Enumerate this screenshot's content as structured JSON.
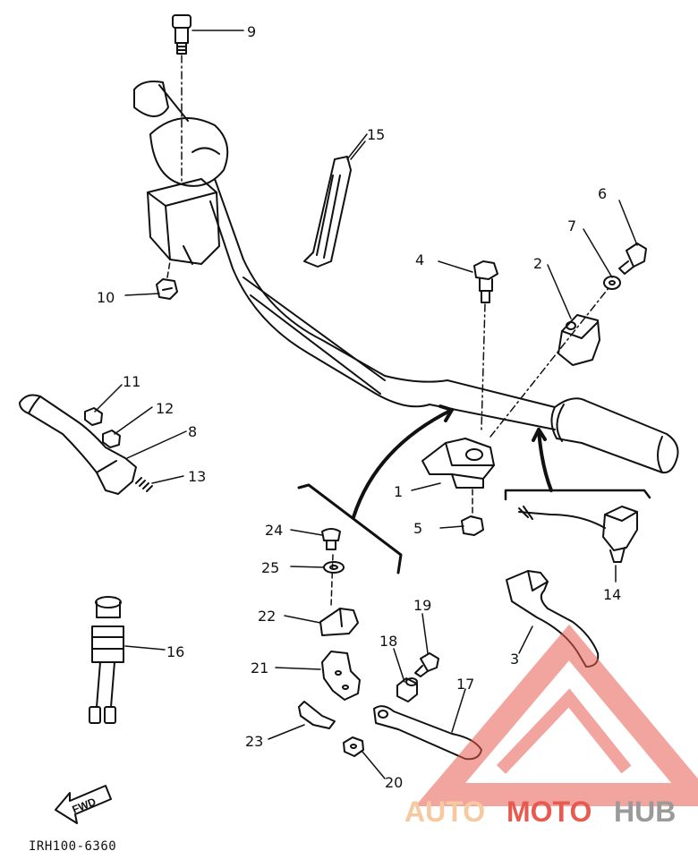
{
  "diagram": {
    "drawing_code": "IRH100-6360",
    "direction_label": "FWD",
    "parts": [
      {
        "id": "p1",
        "label": "1"
      },
      {
        "id": "p2",
        "label": "2"
      },
      {
        "id": "p3",
        "label": "3"
      },
      {
        "id": "p4",
        "label": "4"
      },
      {
        "id": "p5",
        "label": "5"
      },
      {
        "id": "p6",
        "label": "6"
      },
      {
        "id": "p7",
        "label": "7"
      },
      {
        "id": "p8",
        "label": "8"
      },
      {
        "id": "p9",
        "label": "9"
      },
      {
        "id": "p10",
        "label": "10"
      },
      {
        "id": "p11",
        "label": "11"
      },
      {
        "id": "p12",
        "label": "12"
      },
      {
        "id": "p13",
        "label": "13"
      },
      {
        "id": "p14",
        "label": "14"
      },
      {
        "id": "p15",
        "label": "15"
      },
      {
        "id": "p16",
        "label": "16"
      },
      {
        "id": "p17",
        "label": "17"
      },
      {
        "id": "p18",
        "label": "18"
      },
      {
        "id": "p19",
        "label": "19"
      },
      {
        "id": "p20",
        "label": "20"
      },
      {
        "id": "p21",
        "label": "21"
      },
      {
        "id": "p22",
        "label": "22"
      },
      {
        "id": "p23",
        "label": "23"
      },
      {
        "id": "p24",
        "label": "24"
      },
      {
        "id": "p25",
        "label": "25"
      }
    ]
  },
  "watermark": {
    "part1": "AUTO",
    "part2": "MOTO",
    "part3": "HUB",
    "color_light": "#f6c9a0",
    "color_red": "#e85a4f",
    "color_gray": "#9a9a9a"
  }
}
